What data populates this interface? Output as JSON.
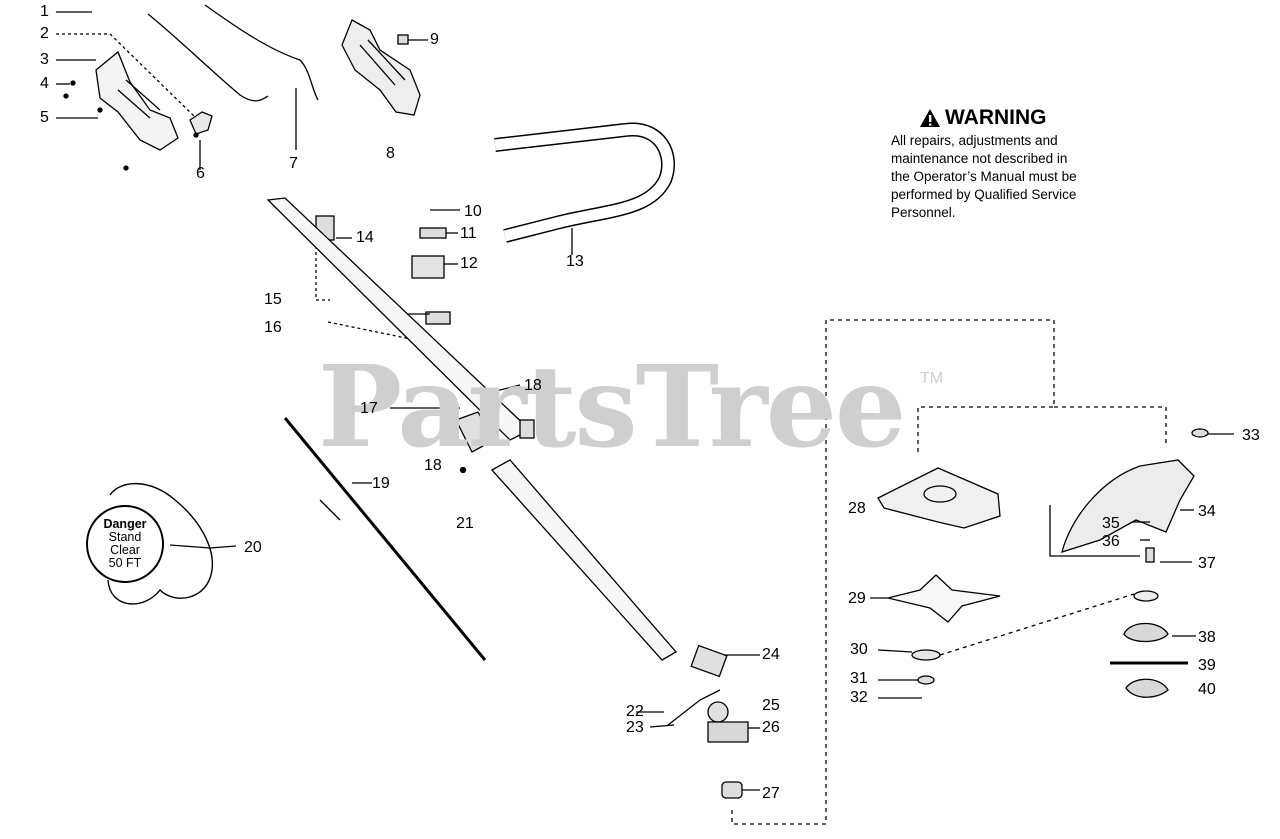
{
  "watermark": {
    "text": "PartsTree",
    "tm": "TM"
  },
  "warning": {
    "title": "WARNING",
    "lines": [
      "All repairs, adjustments and",
      "maintenance not described in",
      "the Operator’s Manual must be",
      "performed by Qualified Service",
      "Personnel."
    ]
  },
  "danger_label": {
    "line1": "Danger",
    "line2": "Stand",
    "line3": "Clear",
    "line4": "50 FT"
  },
  "callouts": [
    "1",
    "2",
    "3",
    "4",
    "5",
    "6",
    "7",
    "8",
    "9",
    "10",
    "11",
    "12",
    "13",
    "14",
    "15",
    "16",
    "17",
    "18",
    "18",
    "19",
    "20",
    "21",
    "22",
    "23",
    "24",
    "25",
    "26",
    "27",
    "28",
    "29",
    "30",
    "31",
    "32",
    "33",
    "34",
    "35",
    "36",
    "37",
    "38",
    "39",
    "40"
  ]
}
